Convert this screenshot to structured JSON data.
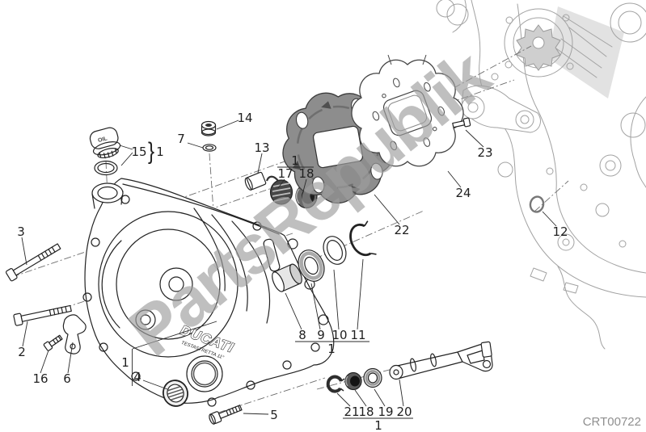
{
  "watermark": {
    "text": "PartsRepublik"
  },
  "footer": {
    "code": "CRT00722"
  },
  "cover": {
    "logo": "DUCATI",
    "logo_sub": "TESTASTRETTA 11°",
    "cap_text": "OIL"
  },
  "labels": {
    "n1": "1",
    "n2": "2",
    "n3": "3",
    "n4": "4",
    "n5": "5",
    "n6": "6",
    "n7": "7",
    "n8": "8",
    "n9": "9",
    "n10": "10",
    "n11": "11",
    "n12": "12",
    "n13": "13",
    "n14": "14",
    "n15": "15",
    "n16": "16",
    "n17": "17",
    "n18": "18",
    "n19": "19",
    "n20": "20",
    "n21": "21",
    "n22": "22",
    "n23": "23",
    "n24": "24",
    "brace": "}"
  },
  "colors": {
    "line_dark": "#222222",
    "line_case": "#a2a2a2",
    "hub_fill": "#8d8d8d",
    "watermark_gray": "#9e9e9e",
    "code_gray": "#8f8f8f",
    "background": "#ffffff"
  }
}
